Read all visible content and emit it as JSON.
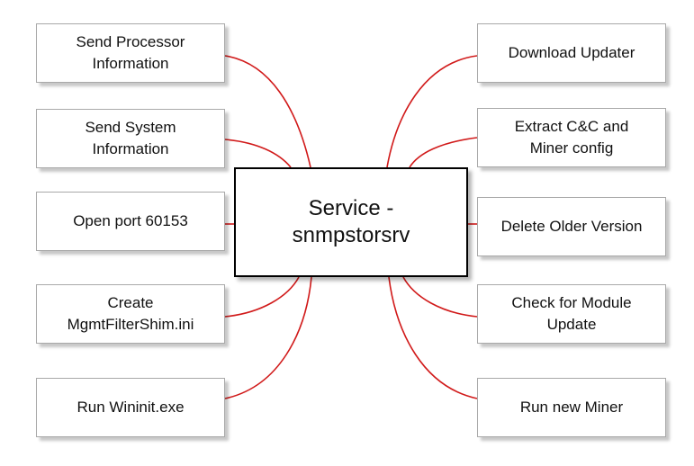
{
  "center": {
    "line1": "Service -",
    "line2": "snmpstorsrv"
  },
  "left_boxes": [
    {
      "line1": "Send Processor",
      "line2": "Information"
    },
    {
      "line1": "Send System",
      "line2": "Information"
    },
    {
      "line1": "Open port 60153",
      "line2": ""
    },
    {
      "line1": "Create",
      "line2": "MgmtFilterShim.ini"
    },
    {
      "line1": "Run Wininit.exe",
      "line2": ""
    }
  ],
  "right_boxes": [
    {
      "line1": "Download Updater",
      "line2": ""
    },
    {
      "line1": "Extract C&C and",
      "line2": "Miner config"
    },
    {
      "line1": "Delete Older Version",
      "line2": ""
    },
    {
      "line1": "Check for Module",
      "line2": "Update"
    },
    {
      "line1": "Run new Miner",
      "line2": ""
    }
  ],
  "colors": {
    "connector": "#d11a1a",
    "box_border": "#a9a9a9",
    "center_border": "#000000"
  }
}
